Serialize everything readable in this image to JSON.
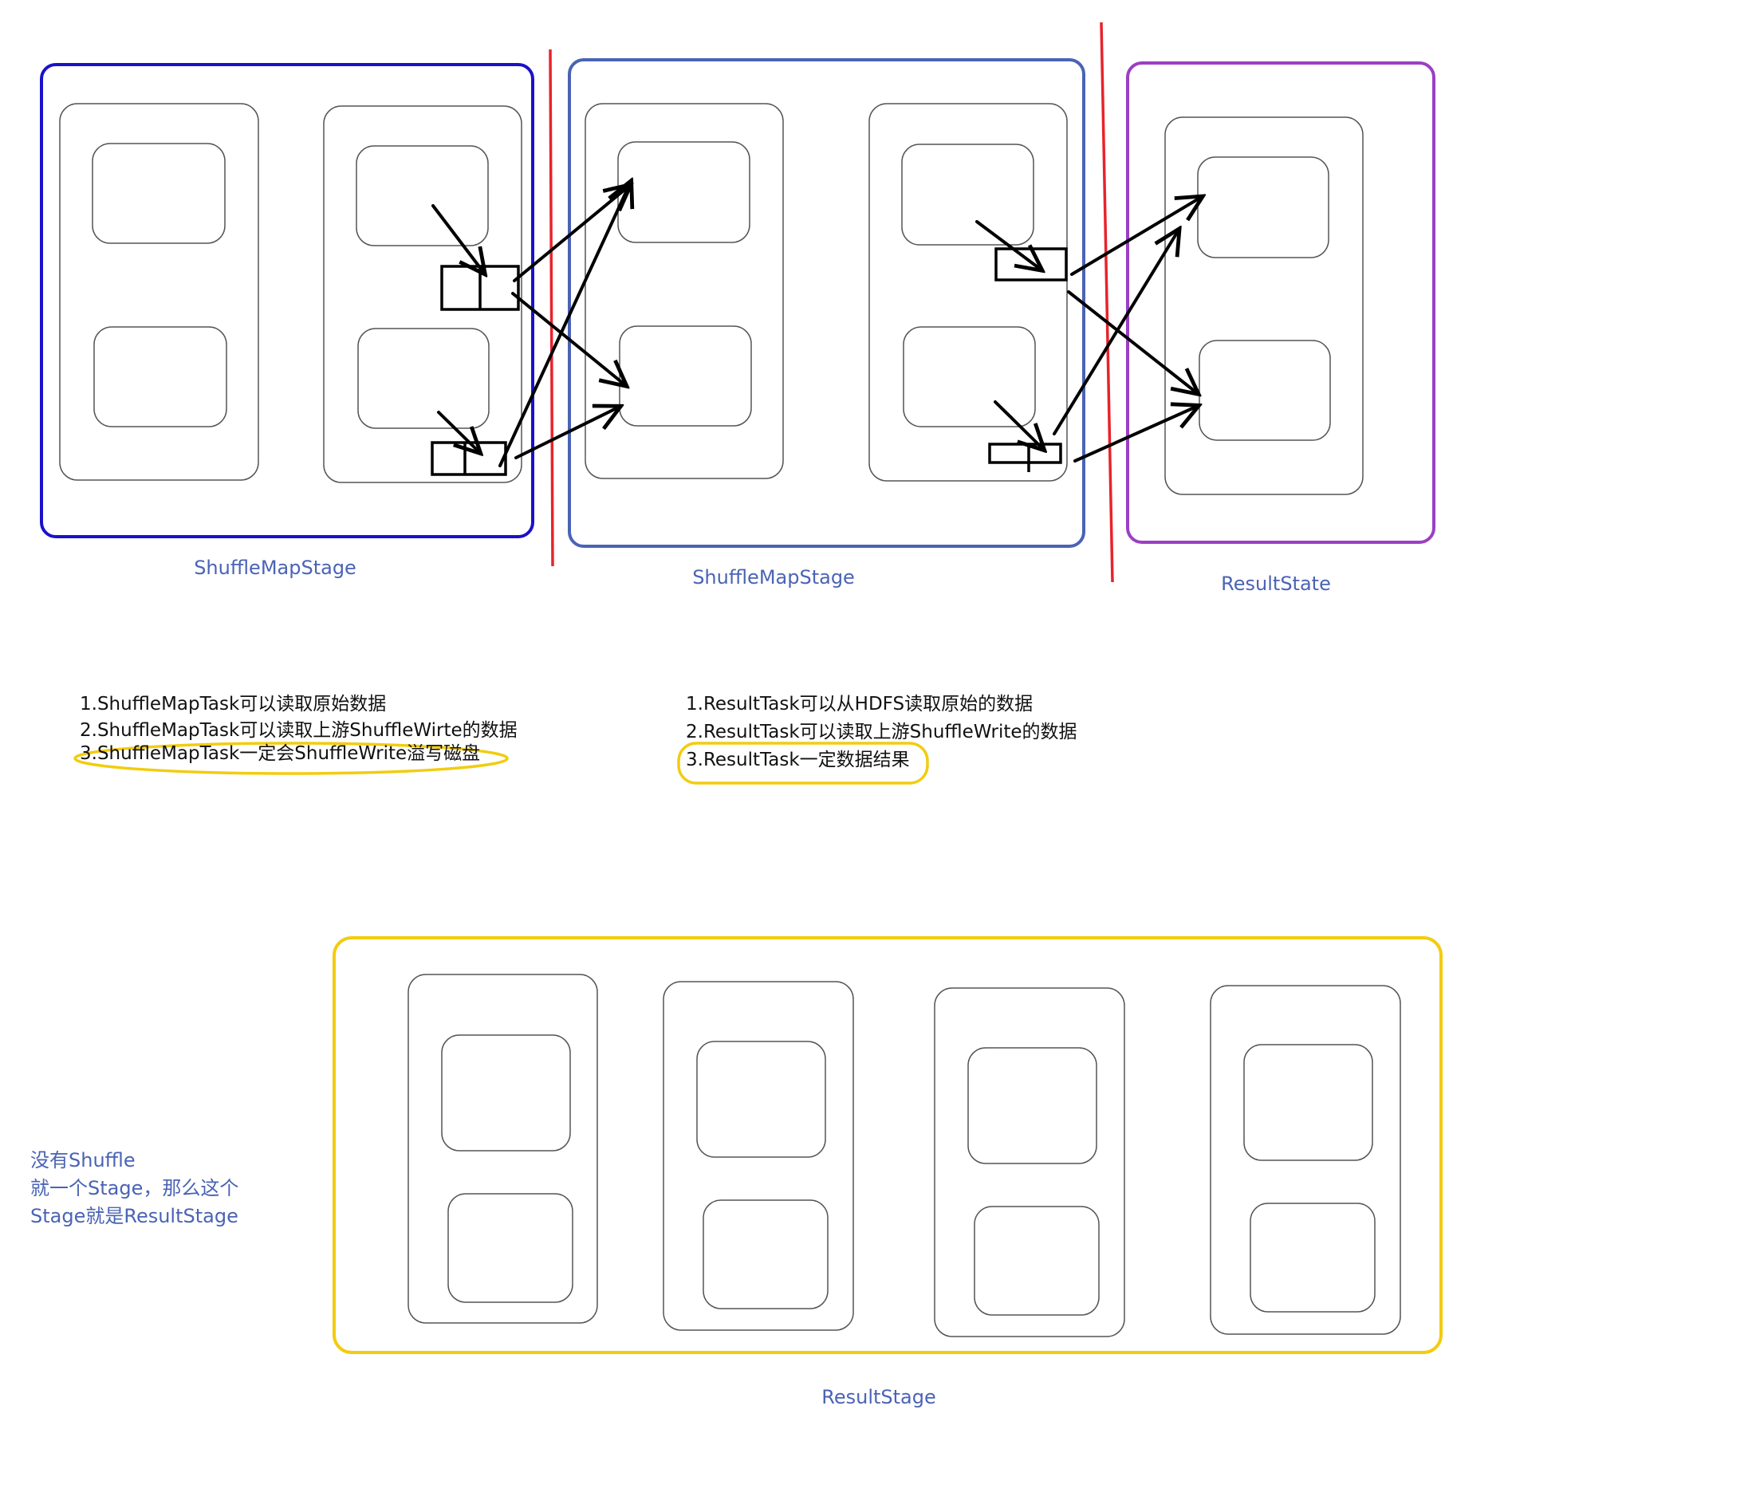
{
  "stages_top": [
    {
      "label": "ShuffleMapStage",
      "border_color": "#1a12c9"
    },
    {
      "label": "ShuffleMapStage",
      "border_color": "#4a63b5"
    },
    {
      "label": "ResultState",
      "border_color": "#9b3fc4"
    }
  ],
  "notes_left": {
    "line1": "1.ShuffleMapTask可以读取原始数据",
    "line2": "2.ShuffleMapTask可以读取上游ShuffleWirte的数据",
    "line3": "3.ShuffleMapTask一定会ShuffleWrite溢写磁盘"
  },
  "notes_right": {
    "line1": "1.ResultTask可以从HDFS读取原始的数据",
    "line2": "2.ResultTask可以读取上游ShuffleWrite的数据",
    "line3": "3.ResultTask一定数据结果"
  },
  "bottom_stage": {
    "label": "ResultStage",
    "border_color": "#f2cc0f"
  },
  "side_note": {
    "line1": "没有Shuffle",
    "line2": "就一个Stage，那么这个",
    "line3": "Stage就是ResultStage"
  },
  "colors": {
    "divider": "#e8232a",
    "highlight": "#f2cc0f",
    "label_text": "#4a63b5",
    "arrow": "#000000"
  }
}
